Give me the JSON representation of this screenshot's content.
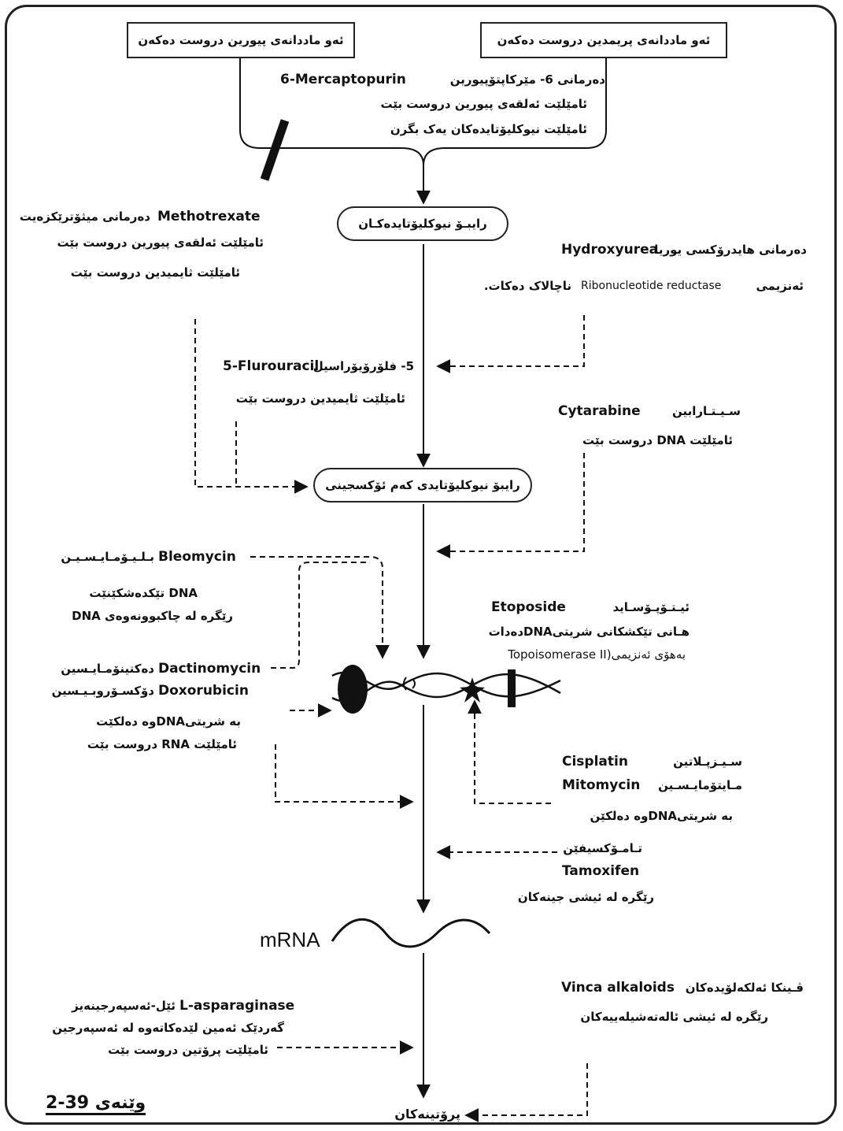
{
  "boxes": {
    "purine": "ئەو ماددانەی پیورین دروست دەکەن",
    "pyrimidine": "ئەو ماددانەی پریمدین دروست دەکەن"
  },
  "nodes": {
    "ribonucleotides": "رایبـۆ نیوکلیۆتایدەکـان",
    "deoxyribonucleotides": "رایبۆ نیوکلیۆتایدی کەم ئۆکسجینی",
    "mrna": "mRNA",
    "proteins": "پرۆتینەکان"
  },
  "drugs": {
    "mercaptopurine": {
      "name": "6-Mercaptopurin",
      "title_ku": "دەرمانی 6- مێرکاپتۆپیورین",
      "line1": "ئامێلێت ئەلقەی پیورین دروست بێت",
      "line2": "ئامێلێت نیوکلیۆتایدەکان یەک بگرن"
    },
    "methotrexate": {
      "name": "Methotrexate",
      "title_ku": "دەرمانی میثۆترێکزەیت",
      "line1": "ئامێلێت ئەلقەی پیورین دروست بێت",
      "line2": "ئامێلێت ثایمیدین دروست بێت"
    },
    "hydroxyurea": {
      "name": "Hydroxyurea",
      "title_ku": "دەرمانی هایدرۆکسی یوریا",
      "enzyme": "Ribonucleotide reductase",
      "line1_prefix": "ئەنزیمی",
      "line1_suffix": "ناچالاک دەکات."
    },
    "fluorouracil": {
      "name": "5-Flurouracil",
      "title_ku": "5- فلۆرۆیۆراسیل",
      "line1": "ئامێلێت ثایمیدین دروست بێت"
    },
    "cytarabine": {
      "name": "Cytarabine",
      "title_ku": "سـیـتـارابین",
      "line1": "ئامێلێت DNA دروست بێت"
    },
    "bleomycin": {
      "name": "Bleomycin",
      "title_ku": "بـلـیـۆمـایـسـیـن",
      "line1": "DNA تێکدەشکێنێت",
      "line2": "رێگرە لە چاکبوونەوەی DNA"
    },
    "etoposide": {
      "name": "Etoposide",
      "title_ku": "ئیـتـۆپـۆسـاید",
      "line1": "هـانی تێکشکانی شریتیDNAدەدات",
      "line2": "بەهۆی ئەنزیمی(Topoisomerase II"
    },
    "dactinomycin": {
      "name": "Dactinomycin",
      "title_ku": "دەکتینۆمـایـسین"
    },
    "doxorubicin": {
      "name": "Doxorubicin",
      "title_ku": "دۆکسـۆروبـیـسین",
      "line1": "بە شریتیDNAوە دەلکێت",
      "line2": "ئامێلێت RNA دروست بێت"
    },
    "cisplatin": {
      "name": "Cisplatin",
      "title_ku": "سـیـزپـلاتین"
    },
    "mitomycin": {
      "name": "Mitomycin",
      "title_ku": "مـایتۆمایـسـین",
      "line1": "بە شریتیDNAوە دەلکێن"
    },
    "tamoxifen": {
      "name": "Tamoxifen",
      "title_ku": "تـامـۆکسیفێن",
      "line1": "رێگرە لە ئیشی جینەکان"
    },
    "vinca": {
      "name": "Vinca alkaloids",
      "title_ku": "ڤـینکا ئەلکەلۆیدەکان",
      "line1": "رێگرە لە ئیشی ئالەتەشیلەییەکان"
    },
    "asparaginase": {
      "name": "L-asparaginase",
      "title_ku": "ئێل-ئەسپەرجینەیز",
      "line1": "گەردێک ئەمین لێدەکاتەوە لە ئەسپەرجین",
      "line2": "ئامێلێت پرۆتین دروست بێت"
    }
  },
  "figure_label": "وێنەی 39-2"
}
